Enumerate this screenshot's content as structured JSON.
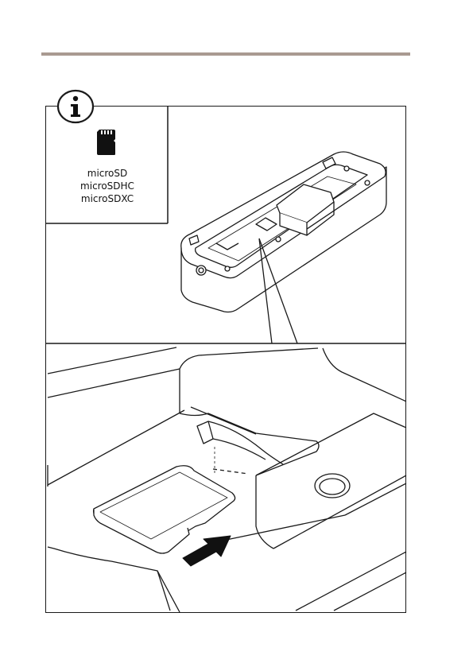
{
  "card_formats": [
    "microSD",
    "microSDHC",
    "microSDXC"
  ],
  "icons": {
    "info": "info-icon",
    "card": "microsd-card-icon",
    "arrow": "insert-direction-arrow"
  },
  "colors": {
    "rule": "#a99a91",
    "line": "#1a1a1a"
  }
}
